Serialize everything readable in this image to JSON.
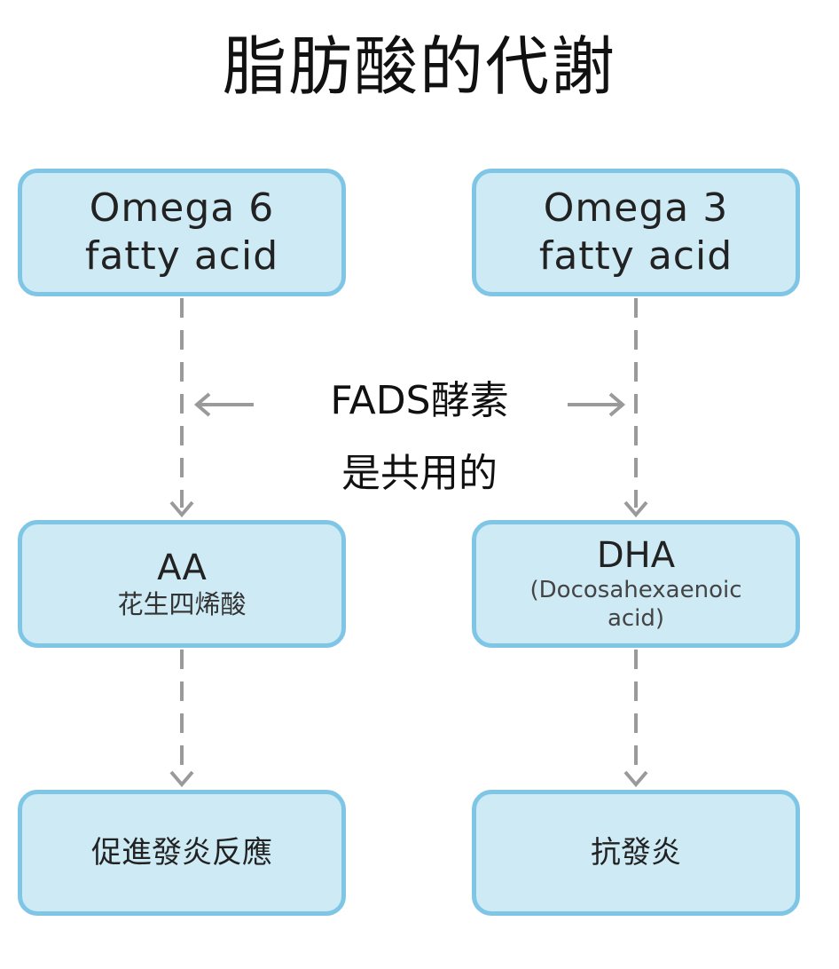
{
  "title": "脂肪酸的代謝",
  "omega6": {
    "line1": "Omega 6",
    "line2": "fatty acid"
  },
  "omega3": {
    "line1": "Omega 3",
    "line2": "fatty acid"
  },
  "enzyme": {
    "line1": "FADS酵素",
    "line2": "是共用的"
  },
  "aa": {
    "name": "AA",
    "desc": "花生四烯酸"
  },
  "dha": {
    "name": "DHA",
    "desc_line1": "(Docosahexaenoic",
    "desc_line2": "acid)"
  },
  "left_result": "促進發炎反應",
  "right_result": "抗發炎",
  "colors": {
    "box_fill": "#cdeaf5",
    "box_border": "#7fc6e6",
    "connector": "#9a9a9a"
  }
}
